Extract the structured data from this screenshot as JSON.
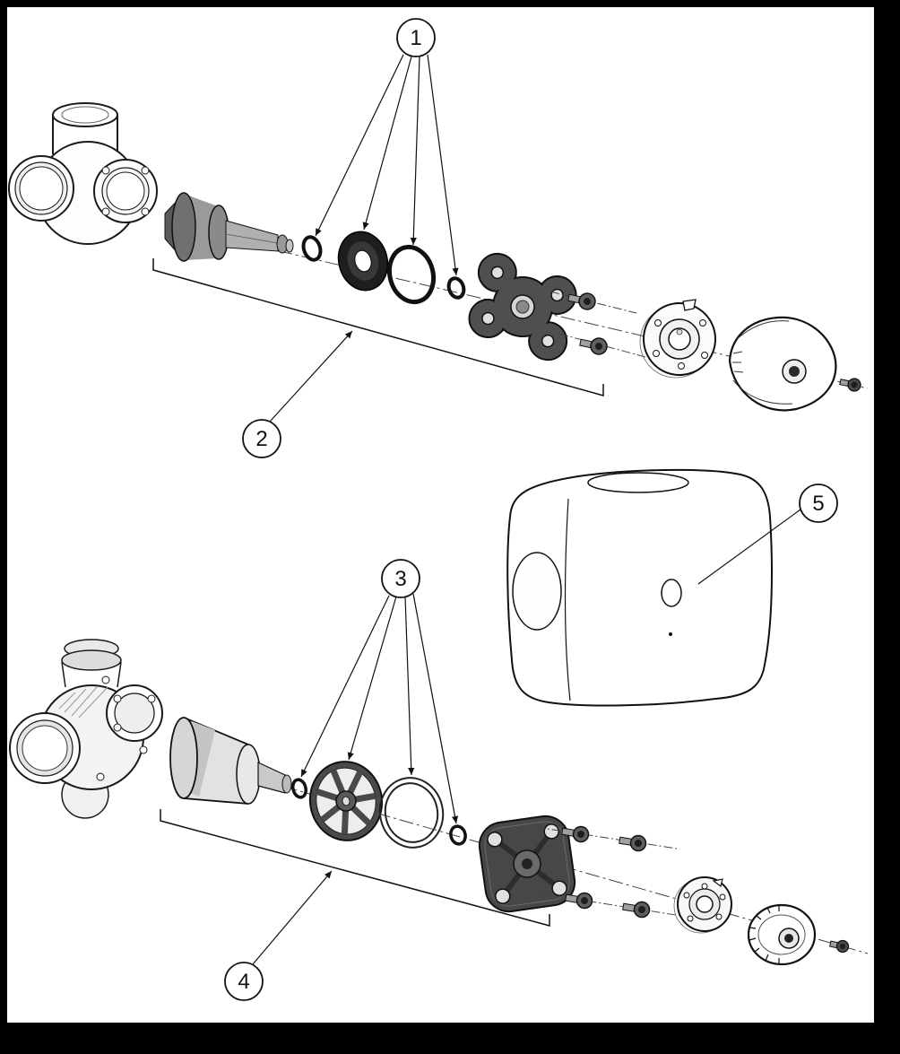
{
  "colors": {
    "frame": "#000000",
    "canvas": "#ffffff",
    "line": "#1a1a1a",
    "dark_part": "#474747",
    "seal": "#1e1e1e"
  },
  "callouts": [
    {
      "label": "1"
    },
    {
      "label": "2"
    },
    {
      "label": "3"
    },
    {
      "label": "4"
    },
    {
      "label": "5"
    }
  ]
}
